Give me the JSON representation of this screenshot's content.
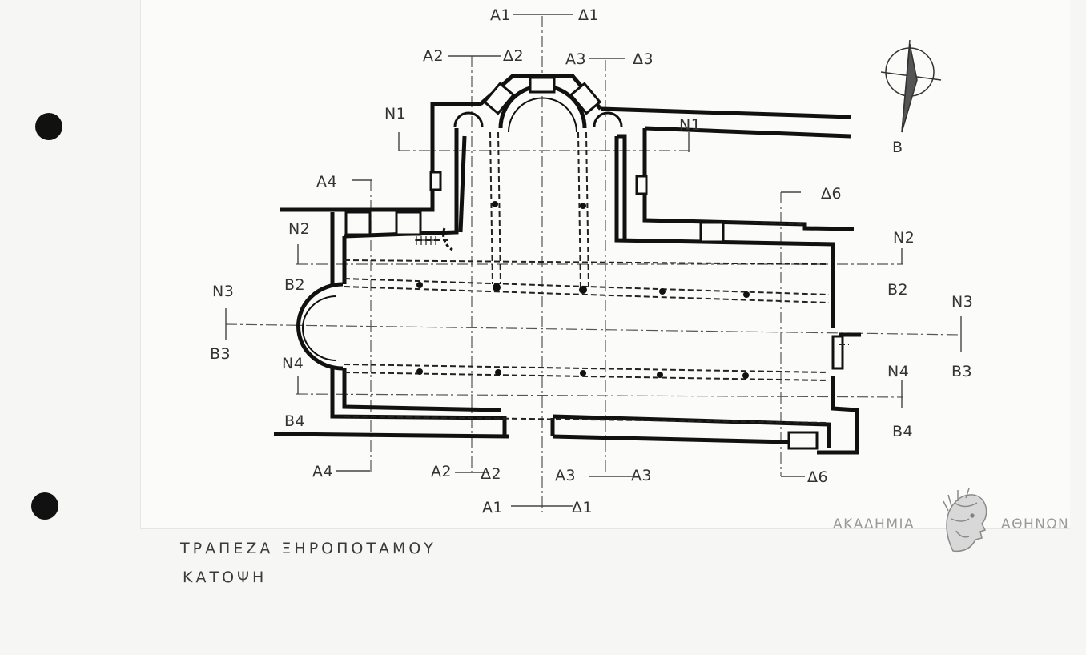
{
  "caption": {
    "title": "ΤΡΑΠΕΖΑ ΞΗΡΟΠΟΤΑΜΟΥ",
    "subtitle": "ΚΑΤΟΨΗ"
  },
  "logo": {
    "left_text": "ΑΚΑΔΗΜΙΑ",
    "right_text": "ΑΘΗΝΩΝ",
    "icon": "athena-head-icon"
  },
  "north_label": "Β",
  "section_labels": {
    "a1_top_left": "Α1",
    "d1_top_right": "Δ1",
    "a2_top": "Α2",
    "d2_top": "Δ2",
    "a3_top": "Α3",
    "d3_top": "Δ3",
    "n1_left": "Ν1",
    "n1_right": "Ν1",
    "a4_top": "Α4",
    "d6_top": "Δ6",
    "n2_left": "Ν2",
    "n2_right": "Ν2",
    "b2_left": "Β2",
    "b2_right": "Β2",
    "n3_left": "Ν3",
    "n3_right": "Ν3",
    "b3_left": "Β3",
    "b3_right": "Β3",
    "n4_left": "Ν4",
    "n4_right": "Ν4",
    "b4_left": "Β4",
    "b4_right": "Β4",
    "a4_bottom": "Α4",
    "a2_bottom": "Α2",
    "d2_bottom": "Δ2",
    "a3_bottom_left": "Α3",
    "a3_bottom_right": "Α3",
    "d6_bottom": "Δ6",
    "a1_bottom": "Α1",
    "d1_bottom": "Δ1"
  }
}
